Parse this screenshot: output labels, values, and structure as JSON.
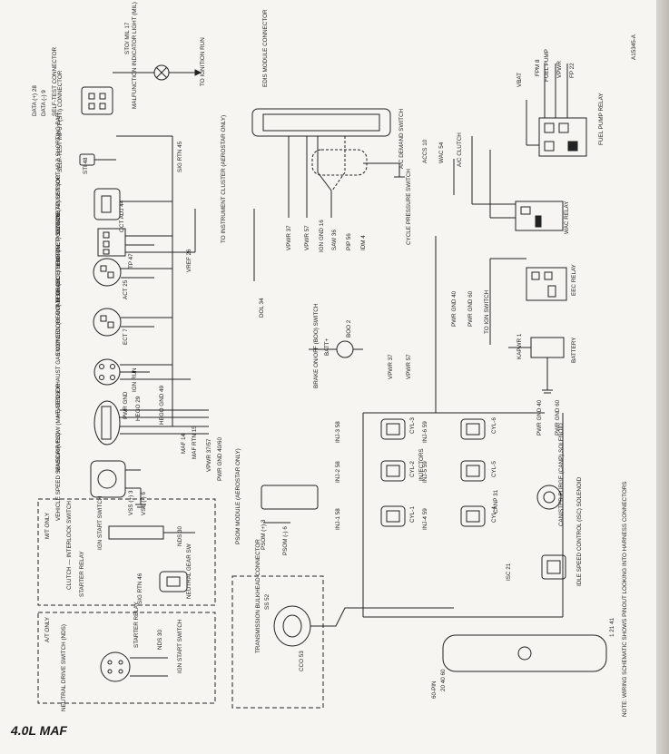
{
  "caption": "4.0L MAF",
  "figure_code": "A15345-A",
  "note": "NOTE: WIRING SCHEMATIC SHOWS PINOUT LOOKING INTO HARNESS CONNECTORS",
  "labels": [
    {
      "id": "data-plus",
      "text": "DATA (+) 28"
    },
    {
      "id": "data-minus",
      "text": "DATA (-) 9"
    },
    {
      "id": "self-test-conn",
      "text": "SELF-TEST CONNECTOR"
    },
    {
      "id": "sto-mil",
      "text": "STO/ MIL 17"
    },
    {
      "id": "to-ign-run",
      "text": "TO IGNITION RUN"
    },
    {
      "id": "mil",
      "text": "MALFUNCTION INDICATOR LIGHT (MIL)"
    },
    {
      "id": "sti-conn",
      "text": "SELF-TEST INPUT (STI) CONNECTOR"
    },
    {
      "id": "sti48",
      "text": "STI 48"
    },
    {
      "id": "sig-rtn45",
      "text": "SIG RTN 45"
    },
    {
      "id": "octane",
      "text": "OCTANE ADJUST (OCT ADJ) SHORTING BAR"
    },
    {
      "id": "octadj44",
      "text": "OCT ADJ 44"
    },
    {
      "id": "tps",
      "text": "THROTTLE POSITION (TP) SENSOR"
    },
    {
      "id": "tp47",
      "text": "TP 47"
    },
    {
      "id": "vref26",
      "text": "VREF 26"
    },
    {
      "id": "act",
      "text": "AIR CHARGE TEMP (ACT) SENSOR"
    },
    {
      "id": "act25",
      "text": "ACT 25"
    },
    {
      "id": "ect",
      "text": "ENGINE COOLANT TEMP (ECT) SENSOR"
    },
    {
      "id": "ect7",
      "text": "ECT 7"
    },
    {
      "id": "ign-run",
      "text": "IGN RUN"
    },
    {
      "id": "hego",
      "text": "HEATED EXHAUST GAS OXYGEN (HEGO) SENSOR"
    },
    {
      "id": "pwr-gnd",
      "text": "PWR GND"
    },
    {
      "id": "hego29",
      "text": "HEGO 29"
    },
    {
      "id": "hego-gnd49",
      "text": "HEGO GND 49"
    },
    {
      "id": "maf",
      "text": "MASS AIR FLOW (MAF) SENSOR"
    },
    {
      "id": "maf14",
      "text": "MAF 14"
    },
    {
      "id": "maf-rtn15",
      "text": "MAF RTN 15"
    },
    {
      "id": "vpwr3757",
      "text": "VPWR 37/57"
    },
    {
      "id": "pwr-gnd4060",
      "text": "PWR GND 40/60"
    },
    {
      "id": "vss",
      "text": "VEHICLE SPEED SENSOR (VSS)"
    },
    {
      "id": "vss-plus3",
      "text": "VSS (+) 3"
    },
    {
      "id": "vss-minus6",
      "text": "VSS (-) 6"
    },
    {
      "id": "mt-only",
      "text": "M/T ONLY"
    },
    {
      "id": "ign-start-sw",
      "text": "IGN START SWITCH"
    },
    {
      "id": "nds30-a",
      "text": "NDS 30"
    },
    {
      "id": "clutch",
      "text": "CLUTCH — INTERLOCK SWITCH"
    },
    {
      "id": "starter-relay-a",
      "text": "STARTER RELAY"
    },
    {
      "id": "sig-rtn46",
      "text": "SIG RTN 46"
    },
    {
      "id": "neutral-gear",
      "text": "NEUTRAL GEAR SW"
    },
    {
      "id": "at-only",
      "text": "A/T ONLY"
    },
    {
      "id": "starter-relay-b",
      "text": "STARTER RELAY"
    },
    {
      "id": "nds30-b",
      "text": "NDS 30"
    },
    {
      "id": "ign-start-sw-b",
      "text": "IGN START SWITCH"
    },
    {
      "id": "nds",
      "text": "NEUTRAL DRIVE SWITCH (NDS)"
    },
    {
      "id": "edis",
      "text": "EDIS MODULE CONNECTOR"
    },
    {
      "id": "to-cluster",
      "text": "TO INSTRUMENT CLUSTER (AEROSTAR ONLY)"
    },
    {
      "id": "vpwr37",
      "text": "VPWR 37"
    },
    {
      "id": "vpwr57",
      "text": "VPWR 57"
    },
    {
      "id": "ign-gnd16",
      "text": "IGN GND 16"
    },
    {
      "id": "saw36",
      "text": "SAW 36"
    },
    {
      "id": "pip56",
      "text": "PIP 56"
    },
    {
      "id": "idm4",
      "text": "IDM 4"
    },
    {
      "id": "dol34",
      "text": "DOL 34"
    },
    {
      "id": "boo",
      "text": "BRAKE ON/OFF (BOO) SWITCH"
    },
    {
      "id": "batt-plus",
      "text": "BATT+"
    },
    {
      "id": "boo2",
      "text": "BOO 2"
    },
    {
      "id": "psom",
      "text": "PSOM MODULE (AEROSTAR ONLY)"
    },
    {
      "id": "psom-plus3",
      "text": "PSOM (+) 3"
    },
    {
      "id": "psom-minus6",
      "text": "PSOM (-) 6"
    },
    {
      "id": "trans-bulk",
      "text": "TRANSMISSION BULKHEAD CONNECTOR"
    },
    {
      "id": "ss52",
      "text": "SS 52"
    },
    {
      "id": "cco53",
      "text": "CCO 53"
    },
    {
      "id": "ac-demand",
      "text": "A/C DEMAND SWITCH"
    },
    {
      "id": "accs10",
      "text": "ACCS 10"
    },
    {
      "id": "wac54",
      "text": "WAC 54"
    },
    {
      "id": "ac-clutch",
      "text": "A/C CLUTCH"
    },
    {
      "id": "cycle-pressure",
      "text": "CYCLE PRESSURE SWITCH"
    },
    {
      "id": "vbat",
      "text": "VBAT"
    },
    {
      "id": "fpm8",
      "text": "FPM 8"
    },
    {
      "id": "fuel-pump",
      "text": "FUEL PUMP"
    },
    {
      "id": "vpwr-fp",
      "text": "VPWR"
    },
    {
      "id": "fp22",
      "text": "FP 22"
    },
    {
      "id": "fp-relay",
      "text": "FUEL PUMP RELAY"
    },
    {
      "id": "wac-relay",
      "text": "WAC RELAY"
    },
    {
      "id": "eec-relay",
      "text": "EEC RELAY"
    },
    {
      "id": "pwr-gnd40",
      "text": "PWR GND 40"
    },
    {
      "id": "pwr-gnd60",
      "text": "PWR GND 60"
    },
    {
      "id": "to-ign-sw",
      "text": "TO IGN SWITCH"
    },
    {
      "id": "kapwr1",
      "text": "KAPWR 1"
    },
    {
      "id": "battery",
      "text": "BATTERY"
    },
    {
      "id": "vpwr37-b",
      "text": "VPWR 37"
    },
    {
      "id": "vpwr57-b",
      "text": "VPWR 57"
    },
    {
      "id": "pwr-gnd40-b",
      "text": "PWR GND 40"
    },
    {
      "id": "pwr-gnd60-b",
      "text": "PWR GND 60"
    },
    {
      "id": "inj3",
      "text": "INJ-3 58"
    },
    {
      "id": "cyl3",
      "text": "CYL-3"
    },
    {
      "id": "inj2",
      "text": "INJ-2 58"
    },
    {
      "id": "cyl2",
      "text": "CYL-2"
    },
    {
      "id": "inj1",
      "text": "INJ-1 58"
    },
    {
      "id": "cyl1",
      "text": "CYL-1"
    },
    {
      "id": "injectors",
      "text": "INJECTORS"
    },
    {
      "id": "inj6",
      "text": "INJ-6 59"
    },
    {
      "id": "cyl6",
      "text": "CYL-6"
    },
    {
      "id": "inj5",
      "text": "INJ-5 59"
    },
    {
      "id": "cyl5",
      "text": "CYL-5"
    },
    {
      "id": "inj4",
      "text": "INJ-4 59"
    },
    {
      "id": "cyl4",
      "text": "CYL-4"
    },
    {
      "id": "canp31",
      "text": "CANP 31"
    },
    {
      "id": "canister",
      "text": "CANISTER PURGE (CANP) SOLENOID"
    },
    {
      "id": "isc21",
      "text": "ISC 21"
    },
    {
      "id": "isc",
      "text": "IDLE SPEED CONTROL (ISC) SOLENOID"
    },
    {
      "id": "pin60",
      "text": "60-PIN"
    },
    {
      "id": "pins-top",
      "text": "20 40 60"
    },
    {
      "id": "pins-bot",
      "text": "1 21 41"
    }
  ]
}
